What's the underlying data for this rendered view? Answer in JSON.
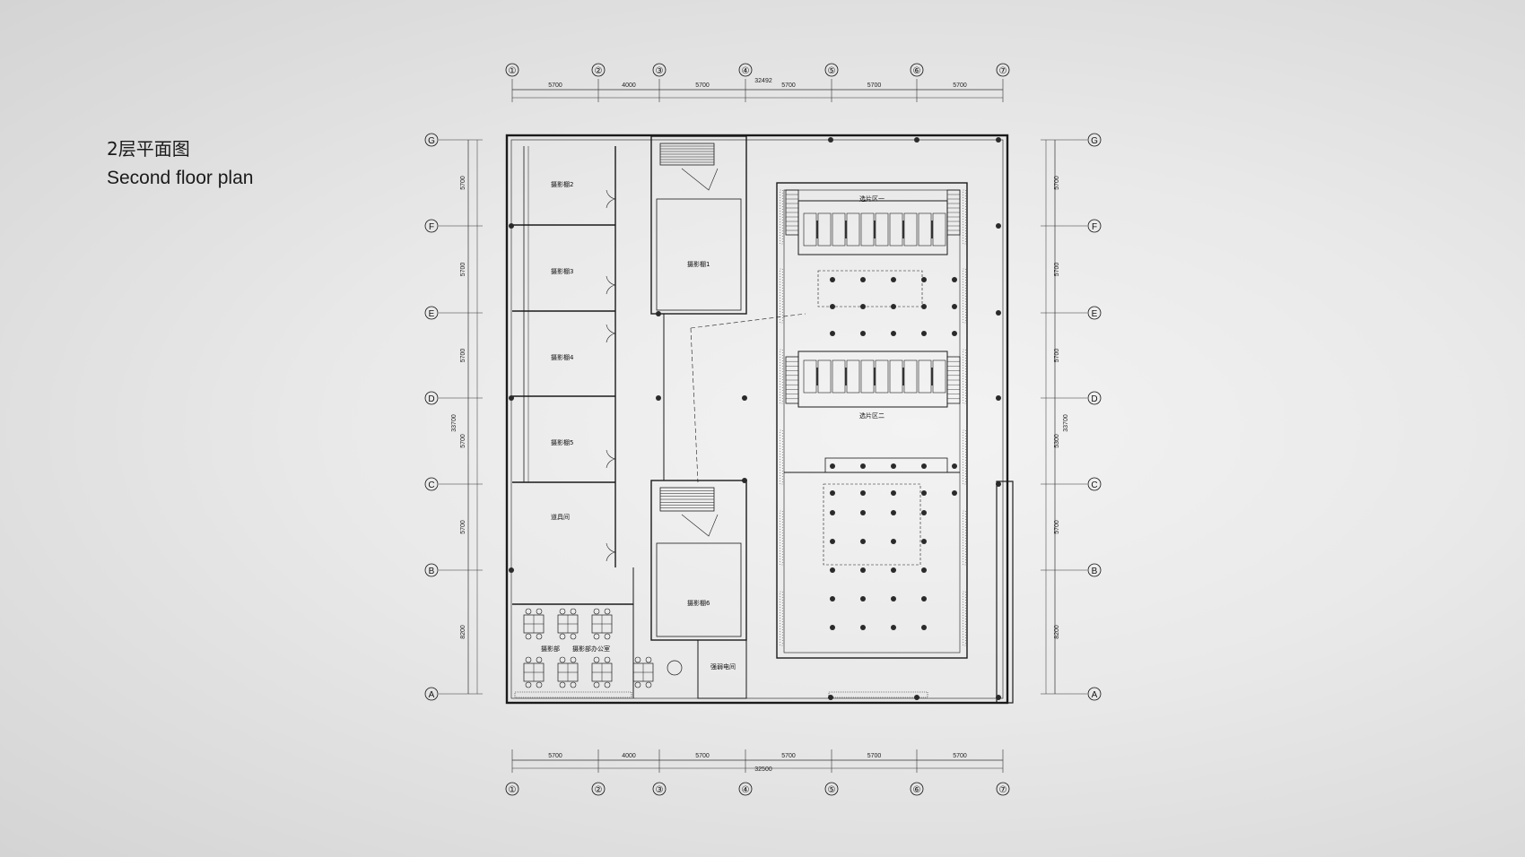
{
  "title": {
    "chinese": "2层平面图",
    "english": "Second floor plan"
  },
  "grid_columns": [
    "1",
    "2",
    "3",
    "4",
    "5",
    "6",
    "7"
  ],
  "grid_rows": [
    "G",
    "F",
    "E",
    "D",
    "C",
    "B",
    "A"
  ],
  "top_dimensions": {
    "total": "32492",
    "spans": [
      "5700",
      "4000",
      "5700",
      "5700",
      "5700",
      "5700"
    ]
  },
  "bottom_dimensions": {
    "total": "32500",
    "spans": [
      "5700",
      "4000",
      "5700",
      "5700",
      "5700",
      "5700"
    ]
  },
  "left_dimensions": {
    "total": "33700",
    "spans": [
      "5700",
      "5700",
      "5700",
      "5700",
      "5700",
      "8200"
    ]
  },
  "right_dimensions": {
    "total": "33700",
    "spans": [
      "5700",
      "5700",
      "5700",
      "5300",
      "5700",
      "8200"
    ]
  },
  "rooms": {
    "studio2": "摄影棚2",
    "studio3": "摄影棚3",
    "studio4": "摄影棚4",
    "studio5": "摄影棚5",
    "studio1": "摄影棚1",
    "studio6": "摄影棚6",
    "prop_room": "道具间",
    "photo_dept": "摄影部",
    "photo_office": "摄影部办公室",
    "electrical": "强弱电间",
    "selection1": "选片区一",
    "selection2": "选片区二"
  },
  "colors": {
    "line": "#1a1a1a",
    "background": "#e9e9e9"
  }
}
